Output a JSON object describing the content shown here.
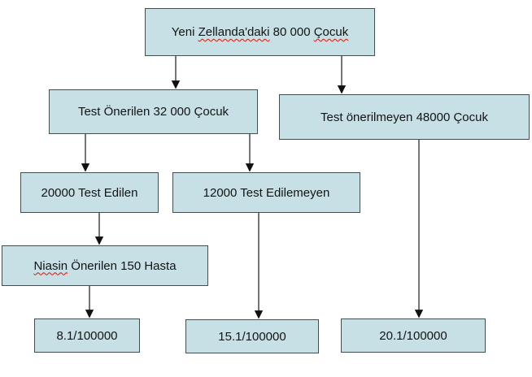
{
  "diagram": {
    "colors": {
      "box_fill": "#c6e0e6",
      "box_border": "#41504f",
      "arrow": "#2b2b2b",
      "misspell_underline": "#dd1500",
      "background": "#ffffff"
    },
    "nodes": {
      "root": {
        "parts": [
          {
            "t": "Yeni "
          },
          {
            "t": "Zellanda'daki"
          },
          {
            "t": " 80 000 "
          },
          {
            "t": "Çocuk"
          }
        ]
      },
      "test_onerilen": {
        "label": "Test Önerilen 32 000 Çocuk"
      },
      "test_onerilmeyen": {
        "label": "Test önerilmeyen 48000 Çocuk"
      },
      "test_edilen": {
        "label": "20000 Test Edilen"
      },
      "test_edilemeyen": {
        "label": "12000 Test Edilemeyen"
      },
      "niasin": {
        "parts": [
          {
            "t": "Niasin"
          },
          {
            "t": " Önerilen 150 Hasta"
          }
        ]
      },
      "rate_left": {
        "label": "8.1/100000"
      },
      "rate_mid": {
        "label": "15.1/100000"
      },
      "rate_right": {
        "label": "20.1/100000"
      }
    },
    "edges": [
      {
        "from": "root",
        "to": "test_onerilen"
      },
      {
        "from": "root",
        "to": "test_onerilmeyen"
      },
      {
        "from": "test_onerilen",
        "to": "test_edilen"
      },
      {
        "from": "test_onerilen",
        "to": "test_edilemeyen"
      },
      {
        "from": "test_edilen",
        "to": "niasin"
      },
      {
        "from": "niasin",
        "to": "rate_left"
      },
      {
        "from": "test_edilemeyen",
        "to": "rate_mid"
      },
      {
        "from": "test_onerilmeyen",
        "to": "rate_right"
      }
    ]
  }
}
